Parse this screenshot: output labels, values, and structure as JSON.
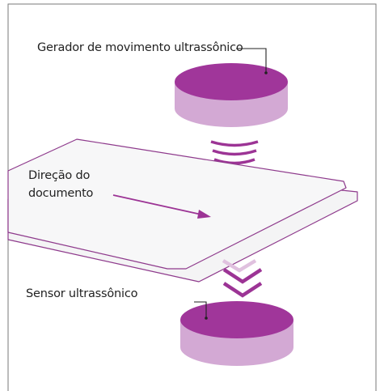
{
  "labels": {
    "generator": "Gerador de movimento ultrassônico",
    "direction_line1": "Direção do",
    "direction_line2": "documento",
    "sensor": "Sensor ultrassônico"
  },
  "colors": {
    "disc_top": "#a0369a",
    "disc_side": "#d3a9d4",
    "wave": "#9c3495",
    "document": "#f3f3f4",
    "document_edge": "#8e3a8c",
    "frame": "#7a7a7a"
  },
  "icons": {
    "emitter": "ultrasonic-emitter-disc-icon",
    "receiver": "ultrasonic-sensor-disc-icon",
    "wave": "sound-wave-icon",
    "arrow": "direction-arrow-icon"
  }
}
